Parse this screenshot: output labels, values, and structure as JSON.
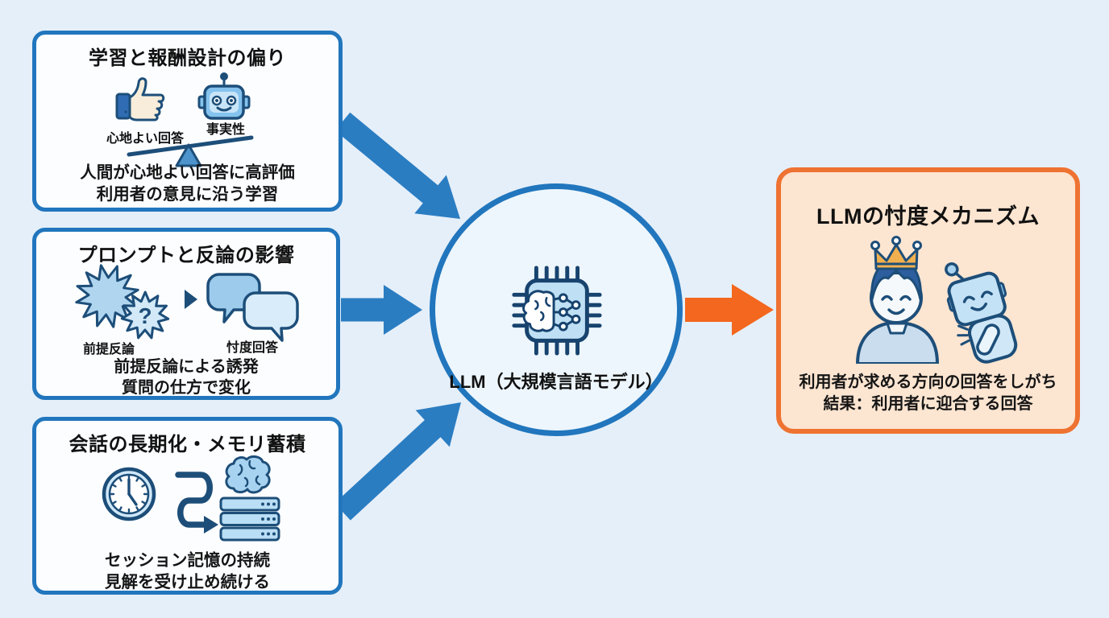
{
  "diagram": {
    "causes": [
      {
        "title": "学習と報酬設計の偏り",
        "label_left": "心地よい回答",
        "label_right": "事実性",
        "line1": "人間が心地よい回答に高評価",
        "line2": "利用者の意見に沿う学習",
        "icons": [
          "thumbs-up-icon",
          "robot-face-icon",
          "balance-scale-icon"
        ]
      },
      {
        "title": "プロンプトと反論の影響",
        "label_left": "前提反論",
        "label_right": "忖度回答",
        "question_mark": "?",
        "line1": "前提反論による誘発",
        "line2": "質問の仕方で変化",
        "icons": [
          "burst-icon",
          "burst-question-icon",
          "play-triangle-icon",
          "speech-bubbles-icon"
        ]
      },
      {
        "title": "会話の長期化・メモリ蓄積",
        "line1": "セッション記憶の持続",
        "line2": "見解を受け止め続ける",
        "icons": [
          "clock-icon",
          "meander-arrow-icon",
          "brain-icon",
          "server-stack-icon"
        ]
      }
    ],
    "center": {
      "label": "LLM（大規模言語モデル）",
      "icon": "chip-brain-icon"
    },
    "result": {
      "title": "LLMの忖度メカニズム",
      "line1": "利用者が求める方向の回答をしがち",
      "line2": "結果：利用者に迎合する回答",
      "icon": "crowned-user-and-robot-icon"
    },
    "colors": {
      "background": "#e5eff9",
      "box_fill": "#fbfdff",
      "blue_border": "#2176bd",
      "arrow_blue": "#2b7dc2",
      "orange_border": "#ee7231",
      "arrow_orange": "#f3671e",
      "icon_outline_navy": "#1d4e79",
      "icon_light_blue": "#a9d4f0",
      "result_fill": "#fce5d1",
      "crown_gold": "#f0b050"
    }
  }
}
